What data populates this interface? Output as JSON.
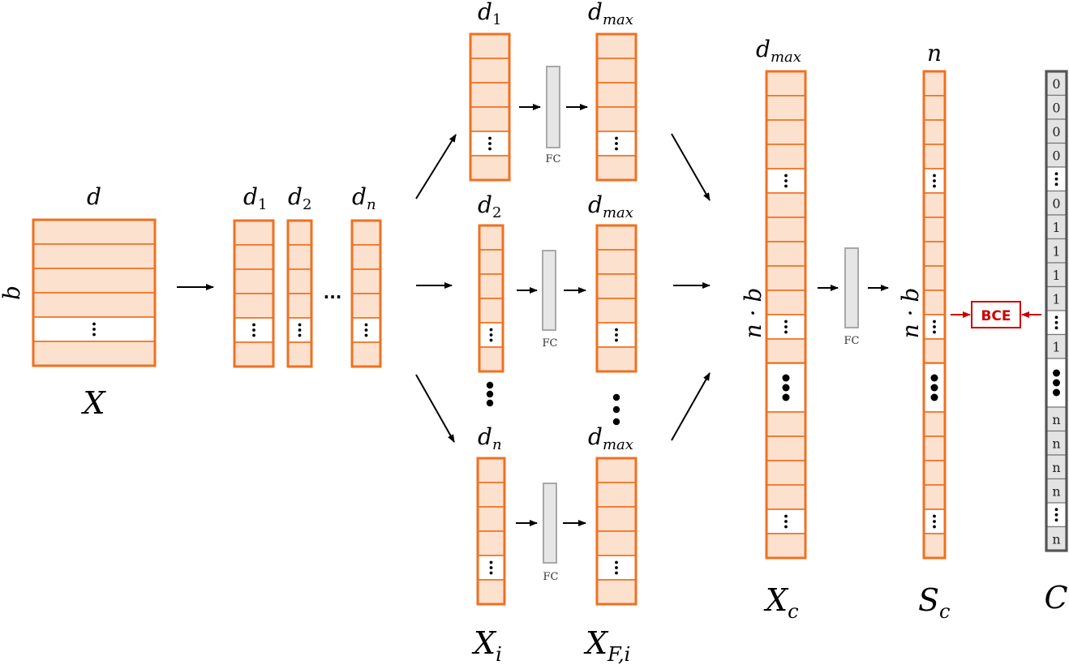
{
  "colors": {
    "block_fill": "#fde1cf",
    "block_stroke": "#f07020",
    "fc_fill": "#e6e6e6",
    "fc_stroke": "#a8a8a8",
    "c_fill": "#e3e3e3",
    "c_stroke": "#555555",
    "bce_color": "#cc0000",
    "arrow": "#000000"
  },
  "labels": {
    "x_width": "d",
    "x_height": "b",
    "x_name": "X",
    "split_d1": "d",
    "split_d1_sub": "1",
    "split_d2": "d",
    "split_d2_sub": "2",
    "split_dn": "d",
    "split_dn_sub": "n",
    "split_ellipsis": "...",
    "branch1_in": "d",
    "branch1_in_sub": "1",
    "branch2_in": "d",
    "branch2_in_sub": "2",
    "branchn_in": "d",
    "branchn_in_sub": "n",
    "dmax": "d",
    "dmax_sub": "max",
    "fc": "FC",
    "xi_name": "X",
    "xi_sub": "i",
    "xfi_name": "X",
    "xfi_sub": "F,i",
    "xc_width": "d",
    "xc_width_sub": "max",
    "xc_height": "n · b",
    "xc_name": "X",
    "xc_sub": "c",
    "sc_width": "n",
    "sc_height": "n · b",
    "sc_name": "S",
    "sc_sub": "c",
    "c_name": "C",
    "bce": "BCE"
  },
  "c_cells": [
    "0",
    "0",
    "0",
    "0",
    "⋮",
    "0",
    "1",
    "1",
    "1",
    "1",
    "⋮",
    "1",
    "•",
    "n",
    "n",
    "n",
    "n",
    "⋮",
    "n"
  ]
}
